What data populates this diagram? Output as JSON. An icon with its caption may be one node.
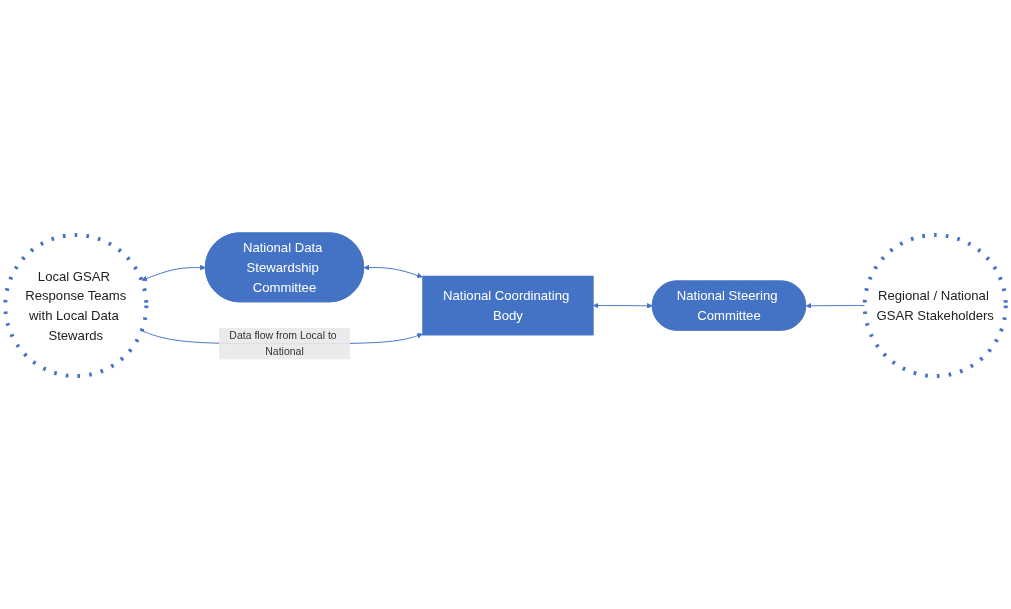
{
  "diagram": {
    "nodes": [
      {
        "text": [
          "National Steering Committee"
        ]
      },
      {
        "text": [
          "Regional / National GSAR Stakeholders"
        ]
      },
      {
        "text": [
          "National Coordinating Body"
        ]
      },
      {
        "text": [
          "Local GSAR Response Teams",
          "with Local Data Stewards"
        ]
      },
      {
        "text": [
          "National Data Stewardship Committee"
        ]
      }
    ],
    "edges": [
      {
        "from": 1,
        "to": 0,
        "arrow": "to"
      },
      {
        "from": 0,
        "to": 2,
        "arrow": "both"
      },
      {
        "from": 3,
        "to": 2,
        "arrow": "to",
        "label": "Data flow from Local to National"
      },
      {
        "from": 2,
        "to": 4,
        "arrow": "both"
      },
      {
        "from": 4,
        "to": 3,
        "arrow": "both"
      }
    ]
  }
}
